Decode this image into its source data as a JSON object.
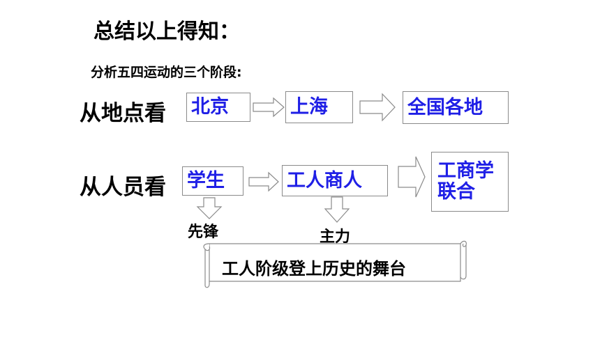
{
  "title": "总结以上得知：",
  "subtitle": "分析五四运动的三个阶段:",
  "row_place": {
    "label": "从地点看",
    "stages": [
      "北京",
      "上海",
      "全国各地"
    ]
  },
  "row_people": {
    "label": "从人员看",
    "stages": [
      "学生",
      "工人商人",
      "工商学联合"
    ]
  },
  "roles": {
    "students": "先锋",
    "workers": "主力"
  },
  "banner": "工人阶级登上历史的舞台",
  "colors": {
    "box_text": "#1f1fe6",
    "outline": "#8a8a8a"
  }
}
